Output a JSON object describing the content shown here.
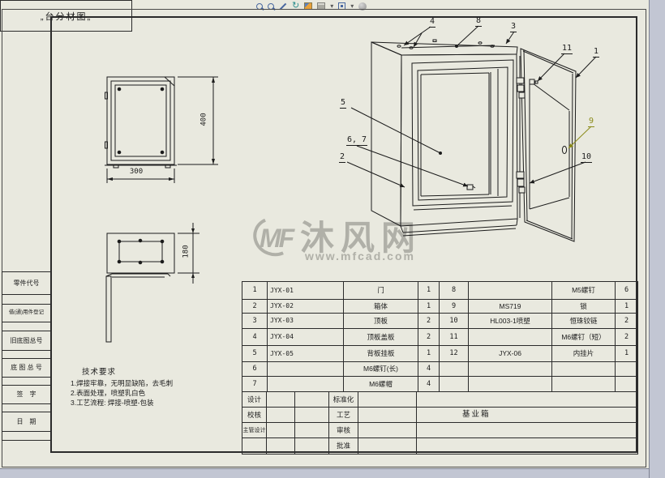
{
  "toolbar": {
    "icons": [
      "zoom-in-icon",
      "zoom-window-icon",
      "pan-icon",
      "rotate-icon",
      "shaded-view-icon",
      "display-style-icon",
      "dropdown-caret-icon",
      "view-orientation-icon",
      "dropdown-caret-icon",
      "sphere-icon"
    ]
  },
  "sheet": {
    "title_box": "„台分材图„",
    "margin_labels": [
      "零件代号",
      "借(通)用件登记",
      "旧底图总号",
      "底 图 总 号",
      "签　字",
      "日　期"
    ]
  },
  "views": {
    "front": {
      "width": "300",
      "height": "400"
    },
    "top": {
      "depth": "180"
    }
  },
  "tech_requirements": {
    "title": "技术要求",
    "items": [
      "1.焊接牢靠，无明显缺陷，去毛刺",
      "2.表面处理，喷塑乳白色",
      "3.工艺流程: 焊接-喷塑-包装"
    ]
  },
  "balloons": [
    {
      "label": "4"
    },
    {
      "label": "8"
    },
    {
      "label": "3"
    },
    {
      "label": "11"
    },
    {
      "label": "1"
    },
    {
      "label": "5"
    },
    {
      "label": "6, 7"
    },
    {
      "label": "2"
    },
    {
      "label": "9"
    },
    {
      "label": "10"
    }
  ],
  "bom": {
    "rows": [
      [
        "1",
        "JYX-01",
        "门",
        "1",
        "8",
        "",
        "M5螺钉",
        "6"
      ],
      [
        "2",
        "JYX-02",
        "箱体",
        "1",
        "9",
        "MS719",
        "锁",
        "1"
      ],
      [
        "3",
        "JYX-03",
        "顶板",
        "2",
        "10",
        "HL003-1喷塑",
        "恒珠铰链",
        "2"
      ],
      [
        "4",
        "JYX-04",
        "顶板盖板",
        "2",
        "11",
        "",
        "M6螺钉（短）",
        "2"
      ],
      [
        "5",
        "JYX-05",
        "背板挂板",
        "1",
        "12",
        "JYX-06",
        "内挂片",
        "1"
      ],
      [
        "6",
        "",
        "M6螺钉(长)",
        "4",
        "",
        "",
        "",
        ""
      ],
      [
        "7",
        "",
        "M6螺帽",
        "4",
        "",
        "",
        "",
        ""
      ]
    ]
  },
  "title_block": {
    "rows": [
      [
        "设计",
        "",
        "",
        "标准化",
        "",
        ""
      ],
      [
        "校核",
        "",
        "",
        "工艺",
        "",
        "基业箱"
      ],
      [
        "主管设计",
        "",
        "",
        "审核",
        "",
        ""
      ],
      [
        "",
        "",
        "",
        "批准",
        "",
        ""
      ]
    ]
  },
  "watermark": {
    "logo": "MF",
    "name": "沐风网",
    "url": "www.mfcad.com"
  },
  "colors": {
    "sheet": "#e9e9df",
    "app_bg": "#c2c6d3",
    "balloon_highlight": "#8b8b1a",
    "line": "#1c1c1c"
  }
}
